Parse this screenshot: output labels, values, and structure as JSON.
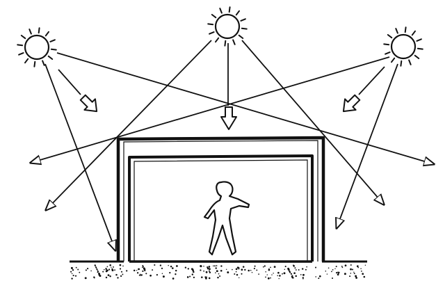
{
  "diagram": {
    "type": "line-drawing",
    "ink_color": "#111111",
    "background_color": "#ffffff",
    "suns": [
      {
        "id": "sun-left",
        "icon": "sun-icon"
      },
      {
        "id": "sun-center",
        "icon": "sun-icon"
      },
      {
        "id": "sun-right",
        "icon": "sun-icon"
      }
    ],
    "building": {
      "icon": "building-section",
      "occupant_icon": "person-icon"
    },
    "ground": {
      "icon": "stippled-ground"
    }
  }
}
